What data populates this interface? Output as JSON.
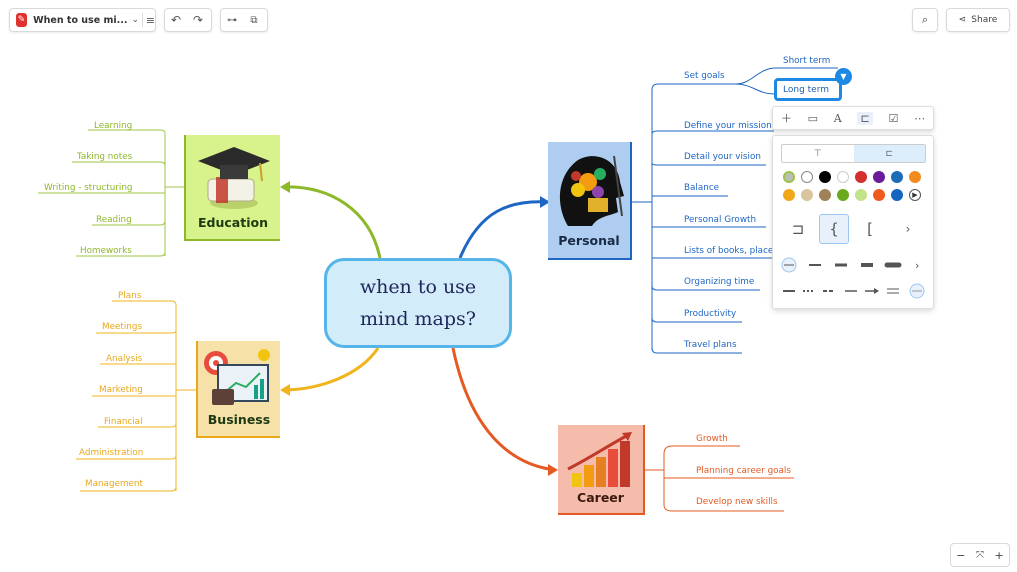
{
  "toolbar": {
    "doc_title": "When to use mi...",
    "share_label": "Share"
  },
  "central": {
    "line1": "when to use",
    "line2": "mind maps?"
  },
  "education": {
    "label": "Education",
    "items": [
      "Learning",
      "Taking notes",
      "Writing - structuring",
      "Reading",
      "Homeworks"
    ]
  },
  "business": {
    "label": "Business",
    "items": [
      "Plans",
      "Meetings",
      "Analysis",
      "Marketing",
      "Financial",
      "Administration",
      "Management"
    ]
  },
  "personal": {
    "label": "Personal",
    "items": [
      "Set goals",
      "Define your mission",
      "Detail your vision",
      "Balance",
      "Personal Growth",
      "Lists of books, place",
      "Organizing time",
      "Productivity",
      "Travel plans"
    ],
    "sub_items": [
      "Short term",
      "Long term"
    ]
  },
  "career": {
    "label": "Career",
    "items": [
      "Growth",
      "Planning career goals",
      "Develop new skills"
    ]
  },
  "colors": {
    "education": "#8db82a",
    "business": "#e8a81c",
    "personal": "#1e66c4",
    "career": "#e55a22",
    "palette": [
      "#bdbdbd",
      "#ffffff",
      "#000000",
      "#ffffff",
      "#d32f2f",
      "#6a1b9a",
      "#1e6bb8",
      "#f28c1e",
      "#f0a818",
      "#d9c4a0",
      "#a0825a",
      "#6aa81e",
      "#c3e38a",
      "#f05a1e",
      "#1565c0",
      "#ffffff"
    ]
  }
}
